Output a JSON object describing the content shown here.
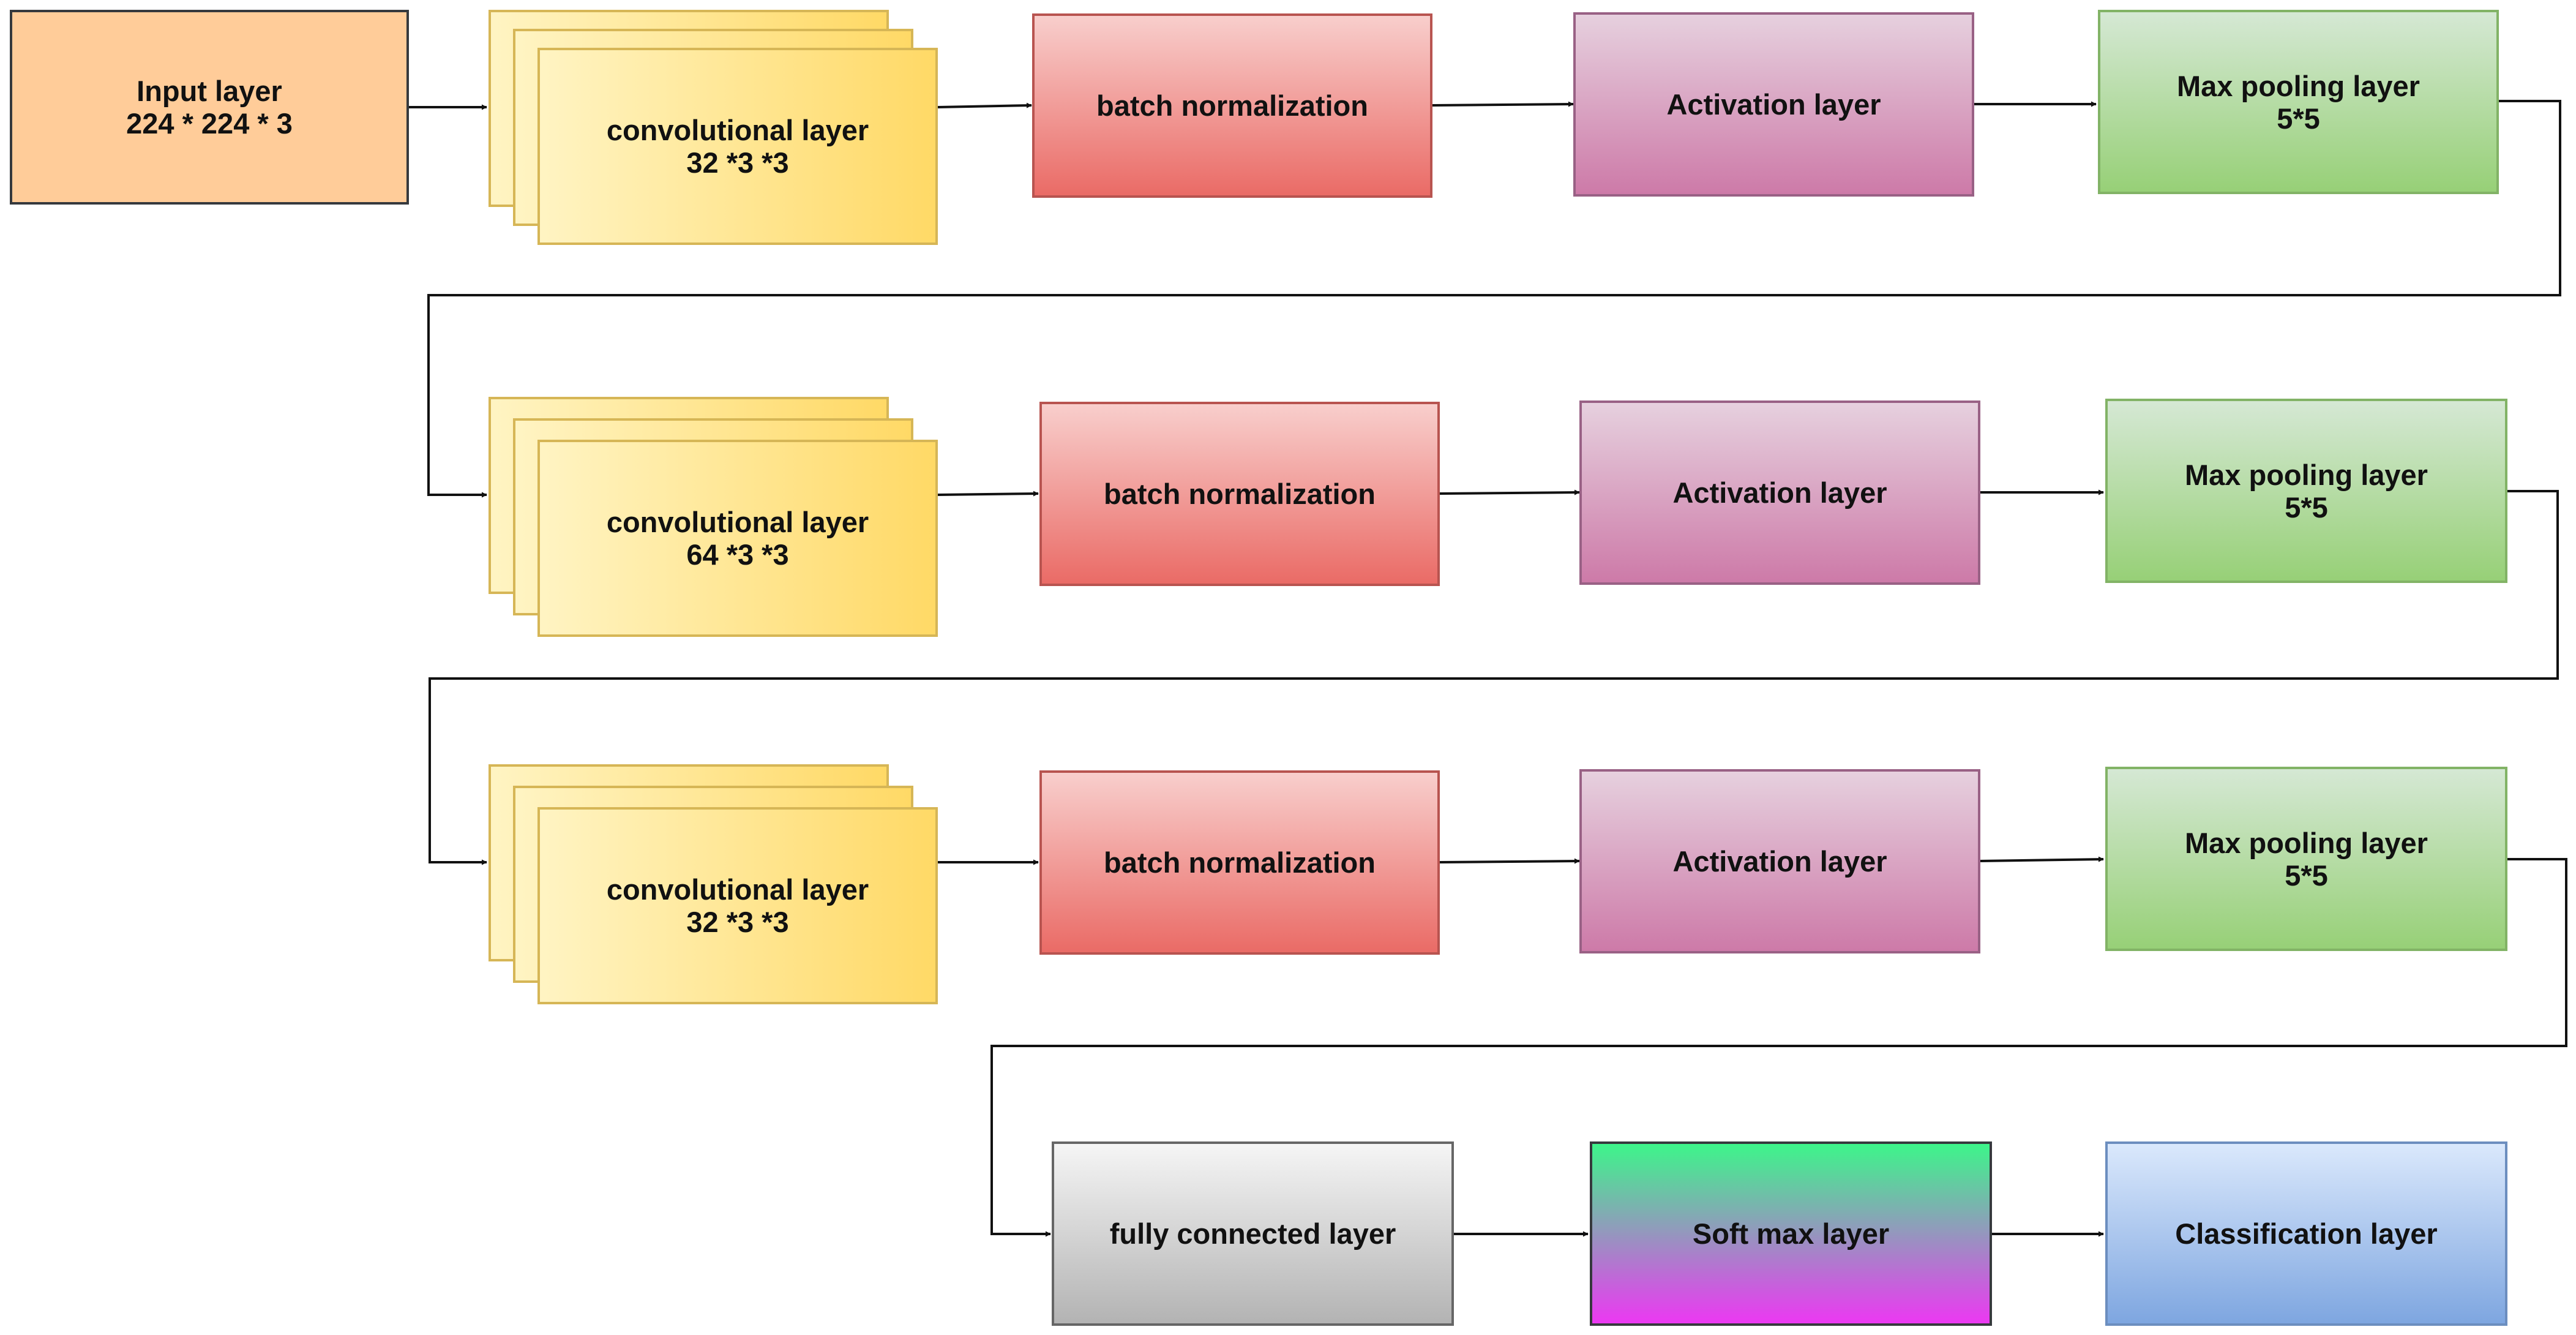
{
  "diagram": {
    "input": {
      "line1": "Input layer",
      "line2": "224 * 224 * 3"
    },
    "rows": [
      {
        "conv": {
          "line1": "convolutional layer",
          "line2": "32 *3 *3"
        },
        "bn": "batch normalization",
        "act": "Activation layer",
        "pool": {
          "line1": "Max pooling layer",
          "line2": "5*5"
        }
      },
      {
        "conv": {
          "line1": "convolutional layer",
          "line2": "64 *3 *3"
        },
        "bn": "batch normalization",
        "act": "Activation layer",
        "pool": {
          "line1": "Max pooling layer",
          "line2": "5*5"
        }
      },
      {
        "conv": {
          "line1": "convolutional layer",
          "line2": "32 *3 *3"
        },
        "bn": "batch normalization",
        "act": "Activation layer",
        "pool": {
          "line1": "Max pooling layer",
          "line2": "5*5"
        }
      }
    ],
    "fc": "fully connected layer",
    "softmax": "Soft max layer",
    "classification": "Classification layer"
  },
  "colors": {
    "input_fill": "#FFCC99",
    "conv_fill": "#FFD966",
    "bn_fill": "#EA6B66",
    "activation_fill": "#CD7AA8",
    "pool_fill": "#97D077",
    "fc_fill": "#B3B3B3",
    "softmax_fill_top": "#3DF58A",
    "softmax_fill_bottom": "#EC38F2",
    "classification_fill": "#7EA6E0",
    "connector": "#111111"
  }
}
